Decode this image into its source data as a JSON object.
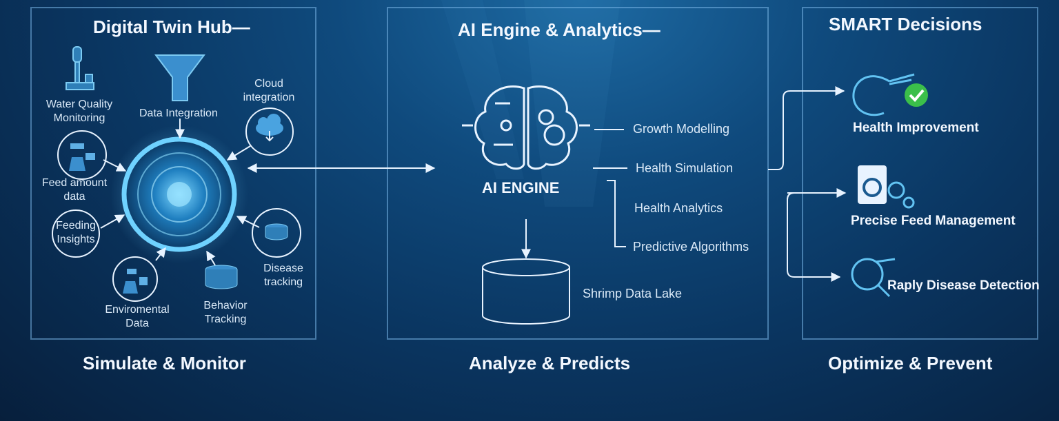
{
  "panels": {
    "hub": {
      "title": "Digital Twin Hub—",
      "footer": "Simulate & Monitor"
    },
    "ai": {
      "title": "AI Engine & Analytics—",
      "footer": "Analyze & Predicts"
    },
    "smart": {
      "title": "SMART Decisions",
      "footer": "Optimize & Prevent"
    }
  },
  "hub_nodes": {
    "water_quality": "Water Quality\nMonitoring",
    "data_integration": "Data Integration",
    "cloud": "Cloud\nintegration",
    "feed_amount": "Feed amount\ndata",
    "feeding_insights": "Feeding\nInsights",
    "disease_tracking": "Disease\ntracking",
    "environmental": "Enviromental\nData",
    "behavior": "Behavior\nTracking"
  },
  "ai": {
    "engine_label": "AI ENGINE",
    "functions": [
      "Growth Modelling",
      "Health Simulation",
      "Health Analytics",
      "Predictive Algorithms"
    ],
    "data_lake": "Shrimp Data Lake"
  },
  "decisions": [
    "Health Improvement",
    "Precise Feed Management",
    "Raply Disease Detection"
  ],
  "colors": {
    "accent": "#5ec4f2",
    "check": "#3bbf4a",
    "line": "#cfe6fb"
  }
}
